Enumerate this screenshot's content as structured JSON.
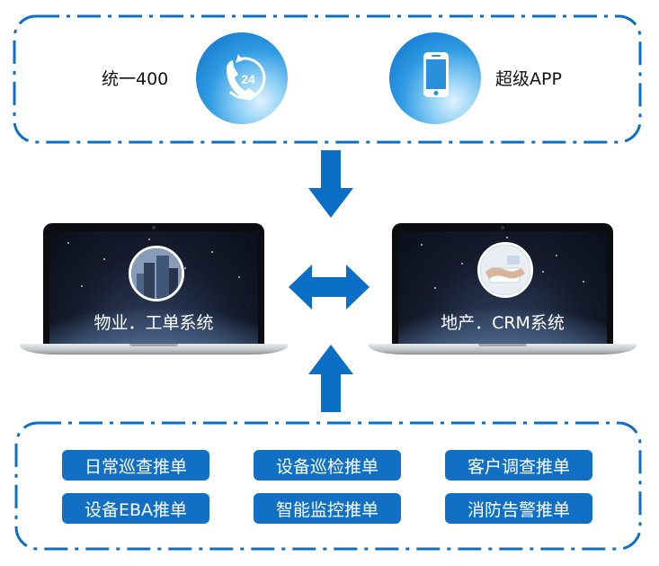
{
  "top_group": {
    "left_label": "统一400",
    "badge_text": "24",
    "right_label": "超级APP"
  },
  "systems": {
    "left_title": "物业．工单系统",
    "right_title": "地产．CRM系统"
  },
  "push_items": [
    "日常巡查推单",
    "设备巡检推单",
    "客户调查推单",
    "设备EBA推单",
    "智能监控推单",
    "消防告警推单"
  ],
  "colors": {
    "accent_blue": "#0b6fc6",
    "pill_blue": "#1170c4"
  },
  "icons": [
    "phone-24h-icon",
    "smartphone-icon",
    "building-icon",
    "handshake-icon"
  ]
}
